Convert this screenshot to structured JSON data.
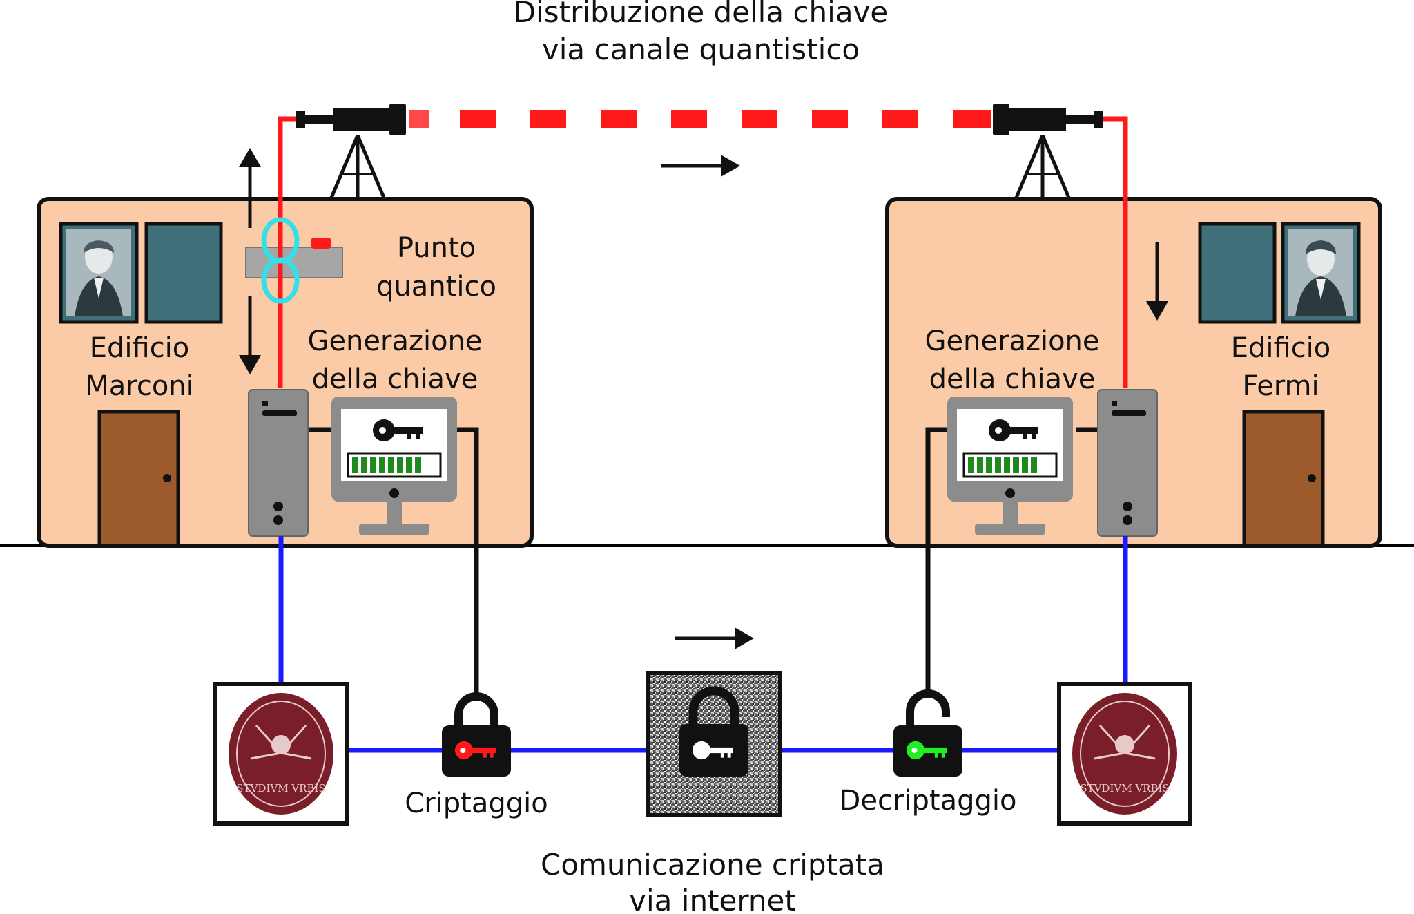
{
  "title": {
    "line1": "Distribuzione della chiave",
    "line2": "via canale quantistico"
  },
  "footer": {
    "line1": "Comunicazione criptata",
    "line2": "via internet"
  },
  "left_building": {
    "name_line1": "Edificio",
    "name_line2": "Marconi",
    "quantum_dot_line1": "Punto",
    "quantum_dot_line2": "quantico",
    "keygen_line1": "Generazione",
    "keygen_line2": "della chiave"
  },
  "right_building": {
    "name_line1": "Edificio",
    "name_line2": "Fermi",
    "keygen_line1": "Generazione",
    "keygen_line2": "della chiave"
  },
  "steps": {
    "encrypt": "Criptaggio",
    "decrypt": "Decriptaggio"
  },
  "seal_text": "STVDIVM VRBIS",
  "colors": {
    "building": "#fbcaa6",
    "window": "#3f6f78",
    "door": "#9d5a2c",
    "quantum_channel": "#ff1a1a",
    "fiber": "#1a1aff",
    "emitter_ring": "#33e0e8",
    "progress": "#1e8a1e",
    "key_red": "#ff1a1a",
    "key_green": "#22ee22",
    "seal": "#7a1e2a"
  },
  "icons": {
    "lock_closed": "padlock-closed-icon",
    "lock_open": "padlock-open-icon",
    "key": "key-icon",
    "telescope": "telescope-icon",
    "server": "server-tower-icon",
    "monitor": "monitor-icon",
    "seal": "university-seal-icon"
  }
}
